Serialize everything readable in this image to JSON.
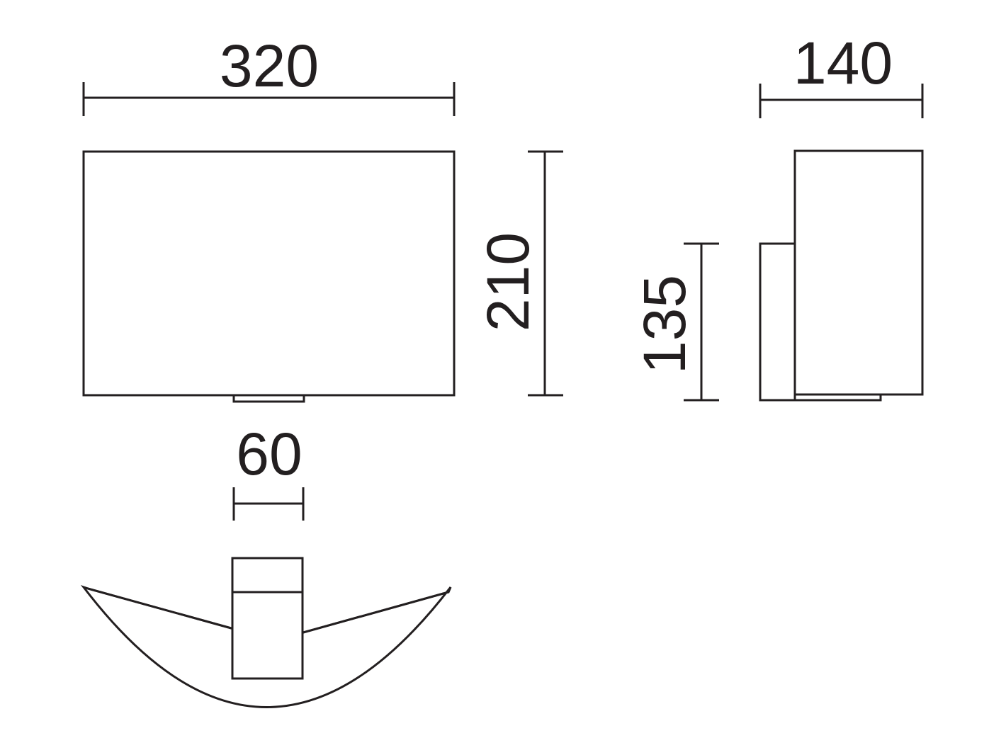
{
  "diagram": {
    "stroke_color": "#231f20",
    "background_color": "#ffffff",
    "front_view": {
      "width_label": "320",
      "height_label": "210",
      "bracket_width_label": "60"
    },
    "side_view": {
      "depth_label": "140",
      "mount_height_label": "135"
    }
  }
}
